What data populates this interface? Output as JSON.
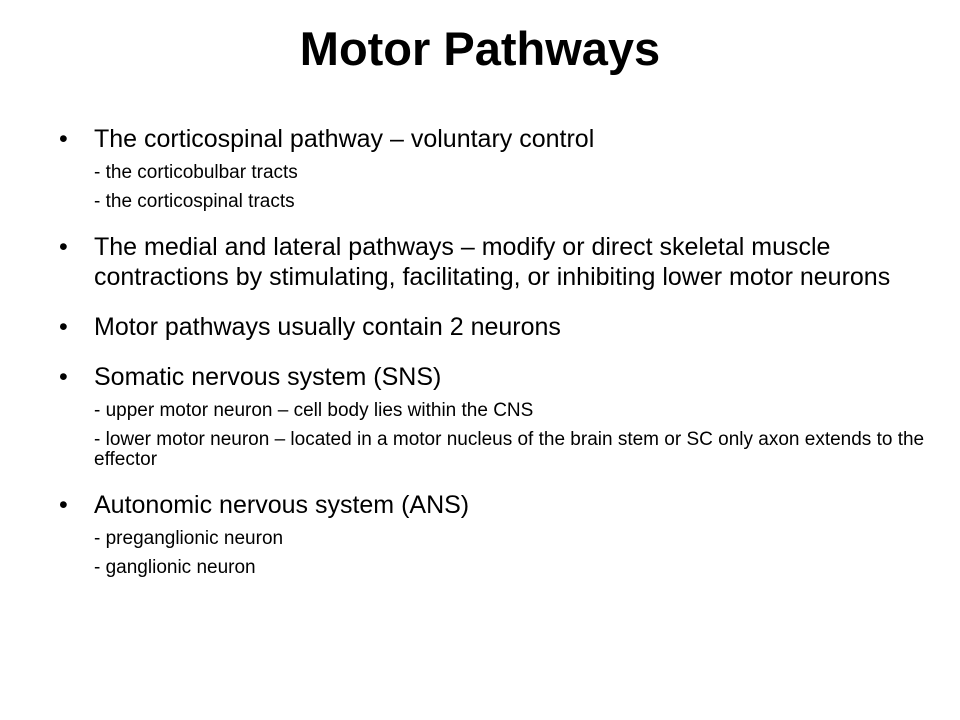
{
  "slide": {
    "title": "Motor Pathways",
    "bullet_symbol": "•",
    "bullets": [
      {
        "text": "The corticospinal pathway – voluntary control",
        "subs": [
          "- the corticobulbar tracts",
          "- the corticospinal tracts"
        ]
      },
      {
        "text": "The medial and lateral pathways – modify or direct skeletal muscle contractions by stimulating, facilitating, or inhibiting lower motor neurons",
        "subs": []
      },
      {
        "text": "Motor pathways usually contain 2 neurons",
        "subs": []
      },
      {
        "text": "Somatic nervous system (SNS)",
        "subs": [
          "- upper motor neuron – cell body lies within the CNS",
          "- lower motor neuron – located in a motor nucleus of the brain stem or SC only axon extends to the effector"
        ]
      },
      {
        "text": "Autonomic nervous system (ANS)",
        "subs": [
          "- preganglionic neuron",
          "- ganglionic neuron"
        ]
      }
    ]
  }
}
